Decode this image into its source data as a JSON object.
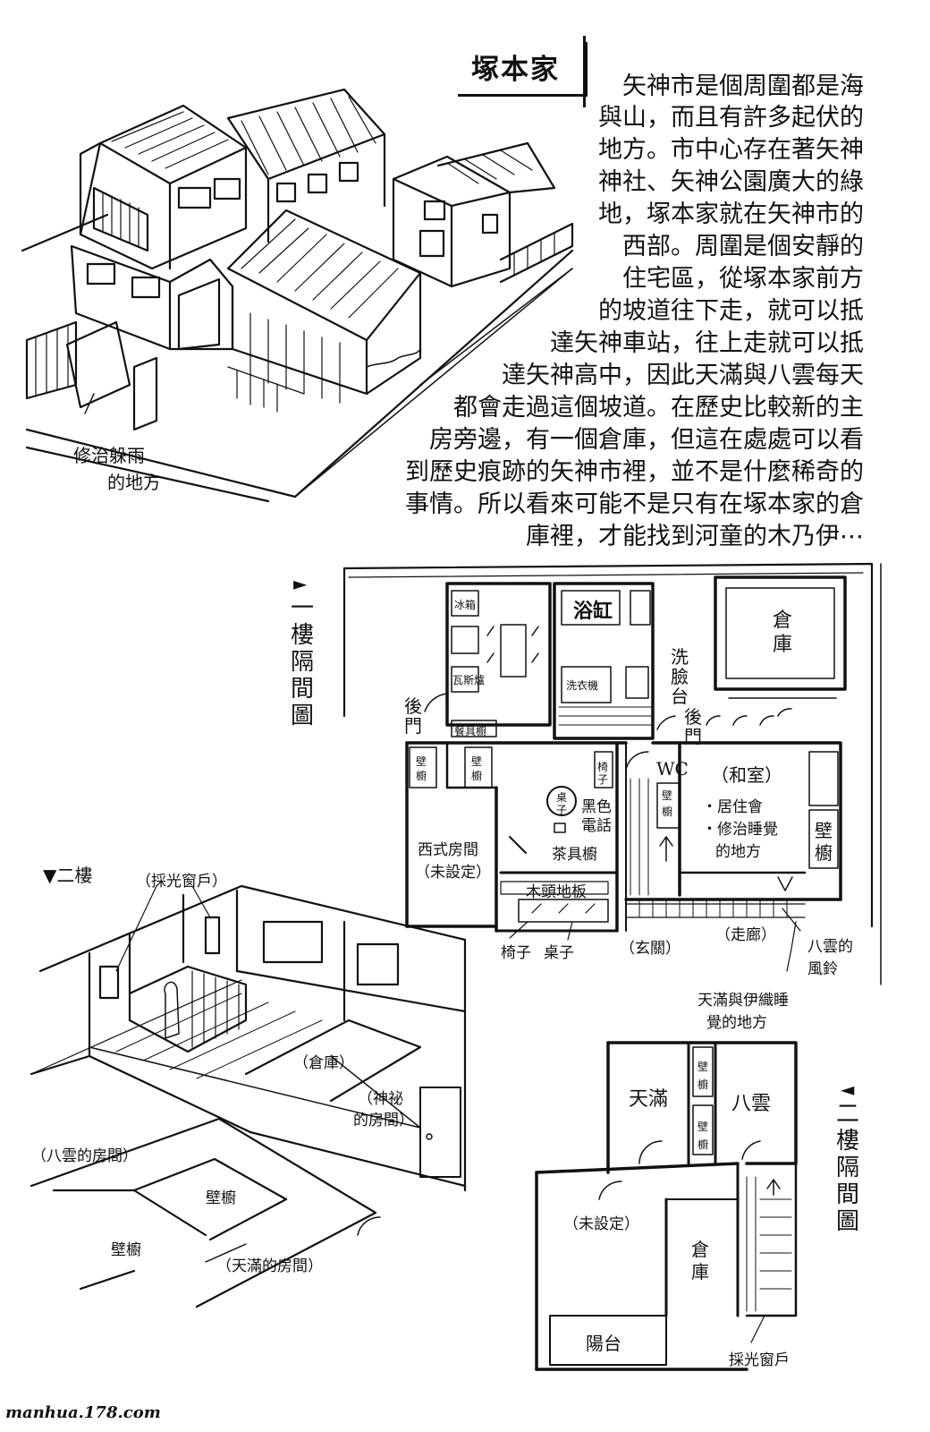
{
  "header": {
    "title": "塚本家"
  },
  "description_lines": [
    "矢神市是個周圍都是海",
    "與山，而且有許多起伏的",
    "地方。市中心存在著矢神",
    "神社、矢神公園廣大的綠",
    "地，塚本家就在矢神市的",
    "西部。周圍是個安靜的",
    "住宅區，從塚本家前方",
    "的坡道往下走，就可以抵",
    "達矢神車站，往上走就可以抵",
    "達矢神高中，因此天滿與八雲每天",
    "都會走過這個坡道。在歷史比較新的主",
    "房旁邊，有一個倉庫，但這在處處可以看",
    "到歷史痕跡的矢神市裡，並不是什麼稀奇的",
    "事情。所以看來可能不是只有在塚本家的倉",
    "庫裡，才能找到河童的木乃伊⋯"
  ],
  "house_sketch": {
    "shelter_label_1": "修治躲雨",
    "shelter_label_2": "的地方"
  },
  "floor1": {
    "heading": "一樓隔間圖",
    "marker": "►",
    "labels": {
      "bathtub": "浴缸",
      "washbasin_1": "洗",
      "washbasin_2": "臉",
      "washbasin_3": "台",
      "storehouse_1": "倉",
      "storehouse_2": "庫",
      "backdoor_left_1": "後",
      "backdoor_left_2": "門",
      "backdoor_right_1": "後",
      "backdoor_right_2": "門",
      "fridge": "冰箱",
      "stove": "瓦斯爐",
      "washer": "洗衣機",
      "tableware_cabinet": "餐具櫥",
      "wc": "WC",
      "closet_1a": "壁",
      "closet_1b": "櫥",
      "closet_2a": "壁",
      "closet_2b": "櫥",
      "closet_3a": "壁",
      "closet_3b": "櫥",
      "closet_4a": "壁",
      "closet_4b": "櫥",
      "chair_small_1": "椅",
      "chair_small_2": "子",
      "table_1": "桌",
      "table_2": "子",
      "black_phone_1": "黑色",
      "black_phone_2": "電話",
      "tea_cabinet": "茶具櫥",
      "western_room_1": "西式房間",
      "western_room_2": "（未設定）",
      "wood_floor": "木頭地板",
      "japanese_room": "（和室）",
      "jp_note_1": "・居住會",
      "jp_note_2": "・修治睡覺",
      "jp_note_3": "的地方",
      "chair": "椅子",
      "table": "桌子",
      "entrance": "（玄關）",
      "corridor": "（走廊）",
      "windbell_1": "八雲的",
      "windbell_2": "風鈴",
      "sleep_1": "天滿與伊織睡",
      "sleep_2": "覺的地方"
    }
  },
  "floor2_perspective": {
    "heading": "▼二樓",
    "skylight": "（採光窗戶）",
    "storage": "（倉庫）",
    "secret_1": "（神祕",
    "secret_2": "的房間）",
    "yakumo_room": "（八雲的房間）",
    "closet_a": "壁櫥",
    "closet_b": "壁櫥",
    "tenma_room": "（天滿的房間）"
  },
  "floor2": {
    "heading": "二樓隔間圖",
    "marker": "◄",
    "labels": {
      "tenma": "天滿",
      "yakumo": "八雲",
      "closet_1a": "壁",
      "closet_1b": "櫥",
      "closet_2a": "壁",
      "closet_2b": "櫥",
      "unset": "（未設定）",
      "storage_1": "倉",
      "storage_2": "庫",
      "balcony": "陽台",
      "skylight": "採光窗戶"
    }
  },
  "footer": {
    "watermark": "manhua.178.com"
  }
}
